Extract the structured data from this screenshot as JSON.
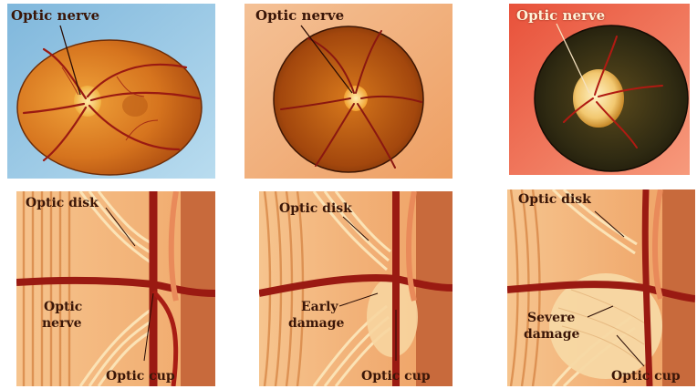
{
  "fundus_images": [
    {
      "label": "Optic nerve",
      "background": "#8fc3e0"
    },
    {
      "label": "Optic nerve",
      "background": "#f1b07c"
    },
    {
      "label": "Optic nerve",
      "background": "#f26a4a"
    }
  ],
  "cross_sections": [
    {
      "top_label": "Optic disk",
      "middle_label_line1": "Optic",
      "middle_label_line2": "nerve",
      "bottom_label": "Optic cup"
    },
    {
      "top_label": "Optic disk",
      "middle_label_line1": "Early",
      "middle_label_line2": "damage",
      "bottom_label": "Optic cup"
    },
    {
      "top_label": "Optic disk",
      "middle_label_line1": "Severe",
      "middle_label_line2": "damage",
      "bottom_label": "Optic cup"
    }
  ],
  "colors": {
    "retina_orange": "#d9771e",
    "optic_disc_yellow": "#f6d27a",
    "vessel_red": "#9a1a12",
    "tissue_peach": "#f2b57a",
    "fiber_cream": "#fbe3b6"
  }
}
